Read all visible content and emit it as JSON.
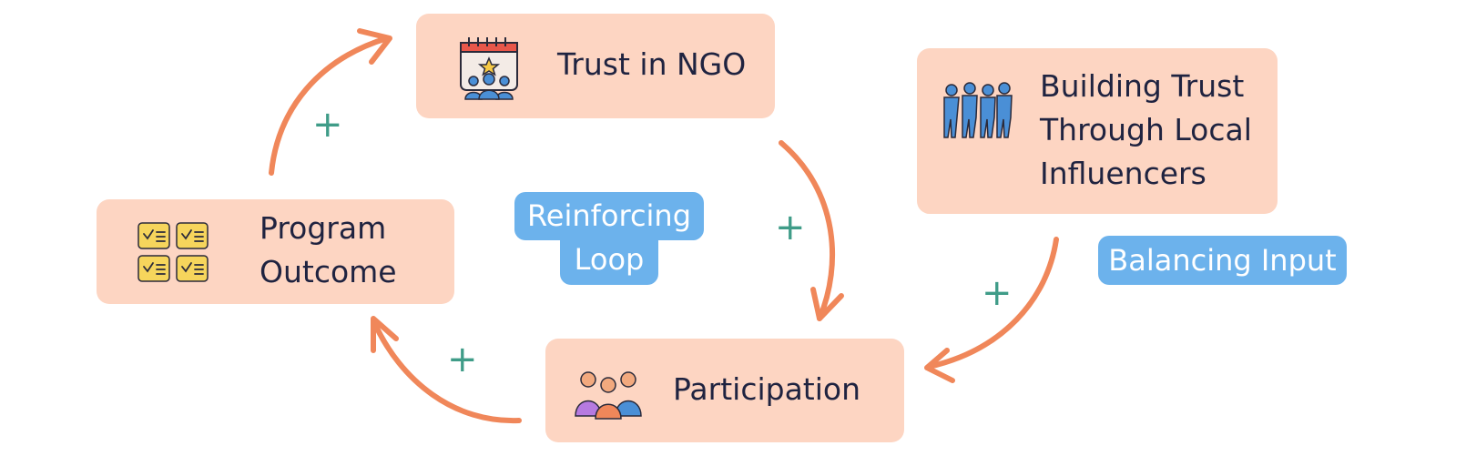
{
  "diagram": {
    "nodes": {
      "trust_in_ngo": {
        "label": "Trust in NGO",
        "icon": "calendar-community-icon"
      },
      "participation": {
        "label": "Participation",
        "icon": "group-people-icon"
      },
      "program_outcome": {
        "label": "Program\nOutcome",
        "icon": "checklist-grid-icon"
      },
      "local_influencers": {
        "label": "Building Trust\nThrough Local\nInfluencers",
        "icon": "standing-people-icon"
      }
    },
    "tags": {
      "reinforcing_loop": "Reinforcing Loop",
      "balancing_input": "Balancing Input"
    },
    "links": [
      {
        "from": "trust_in_ngo",
        "to": "participation",
        "polarity": "+"
      },
      {
        "from": "participation",
        "to": "program_outcome",
        "polarity": "+"
      },
      {
        "from": "program_outcome",
        "to": "trust_in_ngo",
        "polarity": "+"
      },
      {
        "from": "local_influencers",
        "to": "participation",
        "polarity": "+"
      }
    ],
    "colors": {
      "node_fill": "#fdd5c2",
      "arrow": "#f0875a",
      "plus": "#3f9c88",
      "tag_fill": "#6cb2ec",
      "text": "#1f2340"
    }
  }
}
